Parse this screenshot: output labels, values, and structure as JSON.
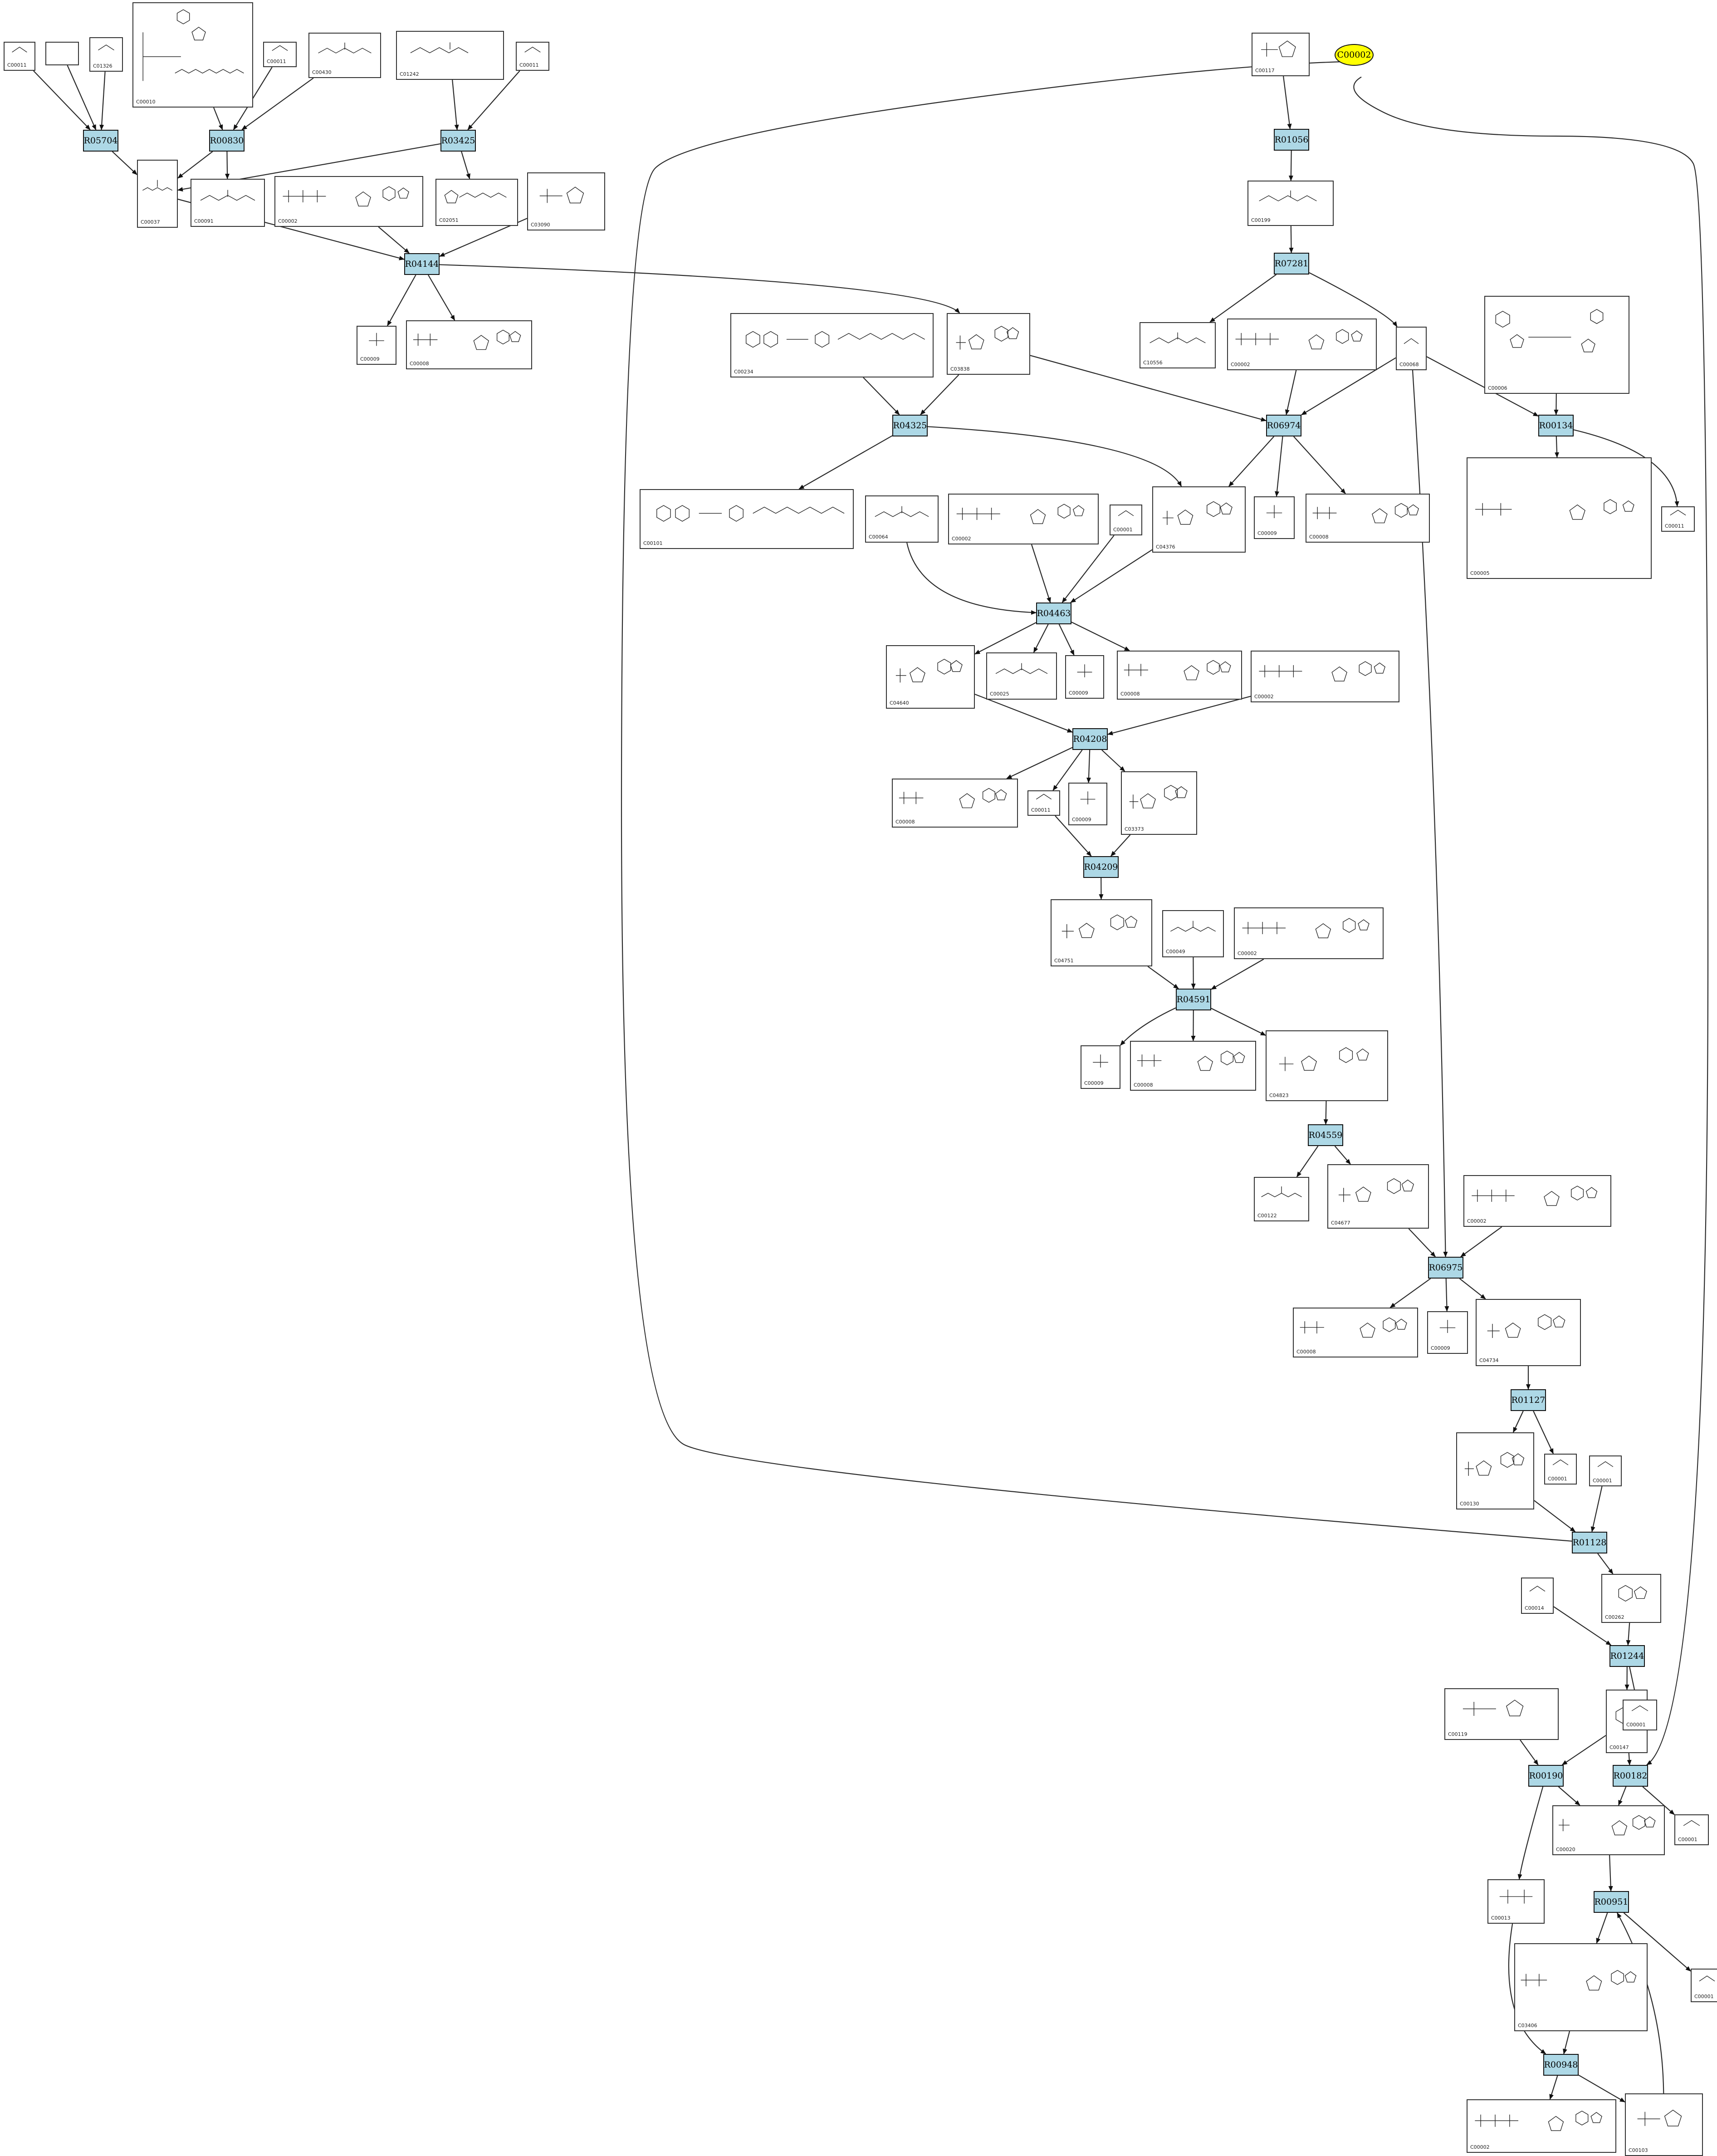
{
  "highlight_node": {
    "id": "C00002"
  },
  "reactions": [
    {
      "id": "R05704"
    },
    {
      "id": "R00830"
    },
    {
      "id": "R03425"
    },
    {
      "id": "R04144"
    },
    {
      "id": "R01056"
    },
    {
      "id": "R07281"
    },
    {
      "id": "R04325"
    },
    {
      "id": "R06974"
    },
    {
      "id": "R00134"
    },
    {
      "id": "R04463"
    },
    {
      "id": "R04208"
    },
    {
      "id": "R04209"
    },
    {
      "id": "R04591"
    },
    {
      "id": "R04559"
    },
    {
      "id": "R06975"
    },
    {
      "id": "R01127"
    },
    {
      "id": "R01128"
    },
    {
      "id": "R01244"
    },
    {
      "id": "R00190"
    },
    {
      "id": "R00182"
    },
    {
      "id": "R00951"
    },
    {
      "id": "R00948"
    }
  ],
  "compounds": [
    {
      "label": "C00011",
      "mol": "co2"
    },
    {
      "label": "",
      "mol": "none"
    },
    {
      "label": "C01326",
      "mol": "hcn"
    },
    {
      "label": "C00010",
      "mol": "coa"
    },
    {
      "label": "C00011",
      "mol": "co2"
    },
    {
      "label": "C00430",
      "mol": "ala"
    },
    {
      "label": "C01242",
      "mol": "lipoyl"
    },
    {
      "label": "C00011",
      "mol": "co2"
    },
    {
      "label": "C00117",
      "mol": "sugarp"
    },
    {
      "label": "",
      "mol": "none"
    },
    {
      "label": "C00037",
      "mol": "gly"
    },
    {
      "label": "C00091",
      "mol": "succoa"
    },
    {
      "label": "C00002",
      "mol": "atp"
    },
    {
      "label": "C02051",
      "mol": "lipo2"
    },
    {
      "label": "C03090",
      "mol": "prpp_amine"
    },
    {
      "label": "C00199",
      "mol": "chain"
    },
    {
      "label": "C00009",
      "mol": "pi"
    },
    {
      "label": "C00008",
      "mol": "adp"
    },
    {
      "label": "C00234",
      "mol": "folate"
    },
    {
      "label": "C03838",
      "mol": "gar"
    },
    {
      "label": "C10556",
      "mol": "chain"
    },
    {
      "label": "C00002",
      "mol": "atp"
    },
    {
      "label": "C00068",
      "mol": "small"
    },
    {
      "label": "C00006",
      "mol": "nadp"
    },
    {
      "label": "C00101",
      "mol": "folate"
    },
    {
      "label": "C00064",
      "mol": "gln"
    },
    {
      "label": "C00002",
      "mol": "atp"
    },
    {
      "label": "C00001",
      "mol": "water"
    },
    {
      "label": "C04376",
      "mol": "fgar"
    },
    {
      "label": "C00009",
      "mol": "pi"
    },
    {
      "label": "C00008",
      "mol": "adp"
    },
    {
      "label": "C00005",
      "mol": "nadph"
    },
    {
      "label": "C00011",
      "mol": "co2"
    },
    {
      "label": "C04640",
      "mol": "fgam"
    },
    {
      "label": "C00025",
      "mol": "glu"
    },
    {
      "label": "C00009",
      "mol": "pi"
    },
    {
      "label": "C00008",
      "mol": "adp"
    },
    {
      "label": "C00002",
      "mol": "atp"
    },
    {
      "label": "C00008",
      "mol": "adp"
    },
    {
      "label": "C00011",
      "mol": "co2"
    },
    {
      "label": "C00009",
      "mol": "pi"
    },
    {
      "label": "C03373",
      "mol": "air"
    },
    {
      "label": "C04751",
      "mol": "cair"
    },
    {
      "label": "C00049",
      "mol": "asp"
    },
    {
      "label": "C00002",
      "mol": "atp"
    },
    {
      "label": "C00009",
      "mol": "pi"
    },
    {
      "label": "C00008",
      "mol": "adp"
    },
    {
      "label": "C04823",
      "mol": "saicar"
    },
    {
      "label": "C00122",
      "mol": "fum"
    },
    {
      "label": "C04677",
      "mol": "aicar"
    },
    {
      "label": "C00002",
      "mol": "atp"
    },
    {
      "label": "C00008",
      "mol": "adp"
    },
    {
      "label": "C00009",
      "mol": "pi"
    },
    {
      "label": "C04734",
      "mol": "faicar"
    },
    {
      "label": "C00130",
      "mol": "imp"
    },
    {
      "label": "C00001",
      "mol": "water"
    },
    {
      "label": "C00001",
      "mol": "water"
    },
    {
      "label": "C00014",
      "mol": "nh3"
    },
    {
      "label": "C00262",
      "mol": "hyp"
    },
    {
      "label": "C00119",
      "mol": "prpp"
    },
    {
      "label": "C00147",
      "mol": "ade"
    },
    {
      "label": "C00001",
      "mol": "water"
    },
    {
      "label": "C00020",
      "mol": "amp"
    },
    {
      "label": "C00001",
      "mol": "water"
    },
    {
      "label": "C00013",
      "mol": "ppi"
    },
    {
      "label": "C00001",
      "mol": "water"
    },
    {
      "label": "C03406",
      "mol": "adpr"
    },
    {
      "label": "C00002",
      "mol": "atp"
    },
    {
      "label": "C00103",
      "mol": "sugarp"
    }
  ]
}
